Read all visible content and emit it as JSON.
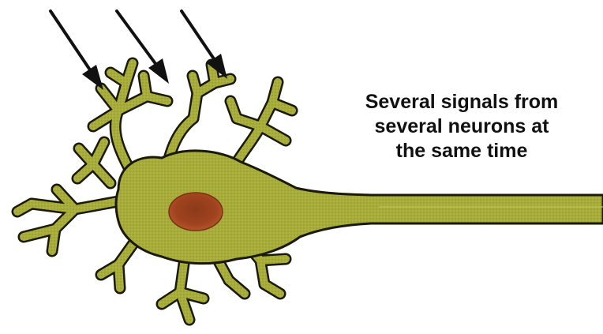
{
  "caption": {
    "lines": [
      "Several signals from",
      "several neurons at",
      "the same time"
    ]
  },
  "colors": {
    "cell_fill": "#a8ad3a",
    "cell_outline": "#1a1a0a",
    "nucleus": "#a0431f",
    "arrow": "#111111",
    "background": "#ffffff"
  },
  "icons": {
    "arrows": [
      "signal-arrow",
      "signal-arrow",
      "signal-arrow"
    ]
  }
}
